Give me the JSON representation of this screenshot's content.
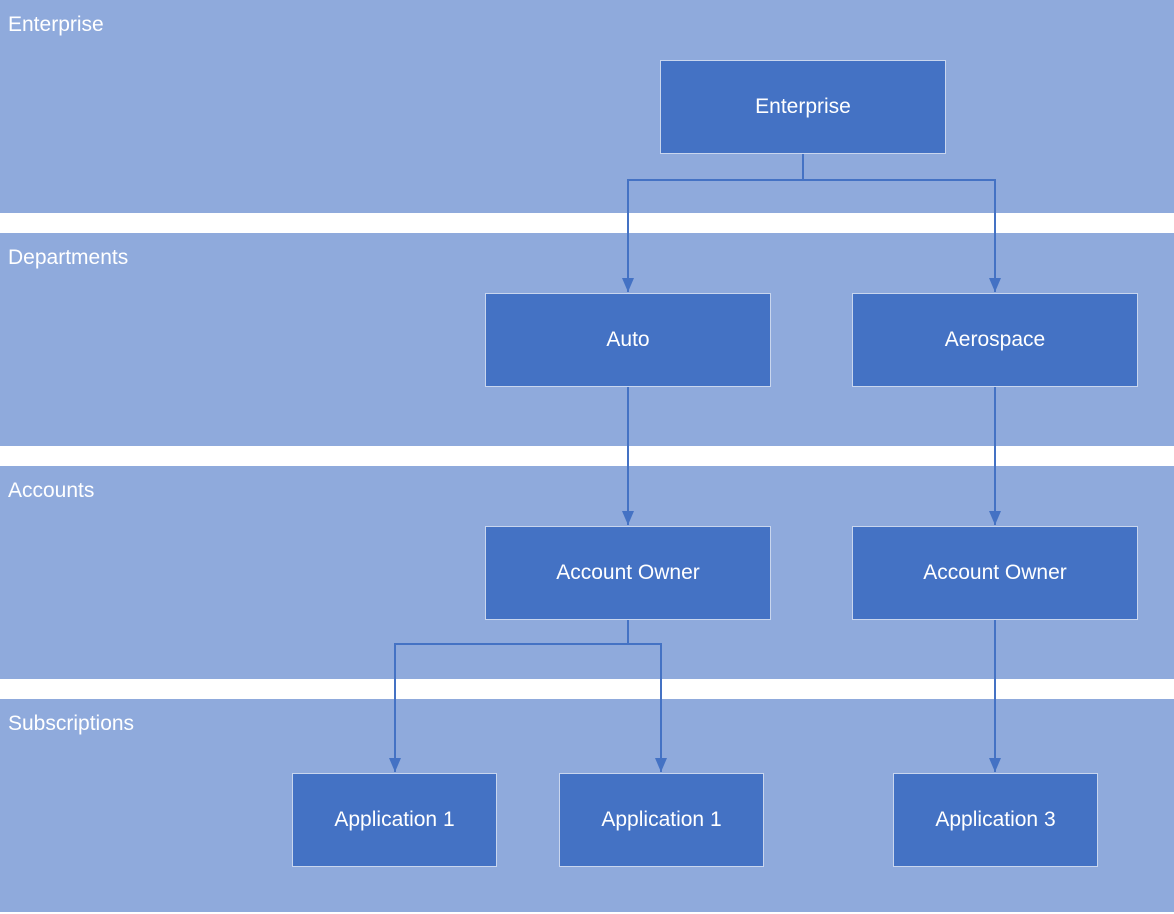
{
  "bands": [
    {
      "id": "enterprise",
      "label": "Enterprise"
    },
    {
      "id": "departments",
      "label": "Departments"
    },
    {
      "id": "accounts",
      "label": "Accounts"
    },
    {
      "id": "subscriptions",
      "label": "Subscriptions"
    }
  ],
  "nodes": {
    "enterprise": "Enterprise",
    "auto": "Auto",
    "aerospace": "Aerospace",
    "account_owner_auto": "Account Owner",
    "account_owner_aerospace": "Account Owner",
    "application_1a": "Application 1",
    "application_1b": "Application 1",
    "application_3": "Application 3"
  },
  "edges": [
    {
      "from": "enterprise",
      "to": "auto"
    },
    {
      "from": "enterprise",
      "to": "aerospace"
    },
    {
      "from": "auto",
      "to": "account_owner_auto"
    },
    {
      "from": "aerospace",
      "to": "account_owner_aerospace"
    },
    {
      "from": "account_owner_auto",
      "to": "application_1a"
    },
    {
      "from": "account_owner_auto",
      "to": "application_1b"
    },
    {
      "from": "account_owner_aerospace",
      "to": "application_3"
    }
  ],
  "colors": {
    "band": "#8faadc",
    "node": "#4472c4",
    "connector": "#4472c4",
    "text": "#ffffff"
  }
}
